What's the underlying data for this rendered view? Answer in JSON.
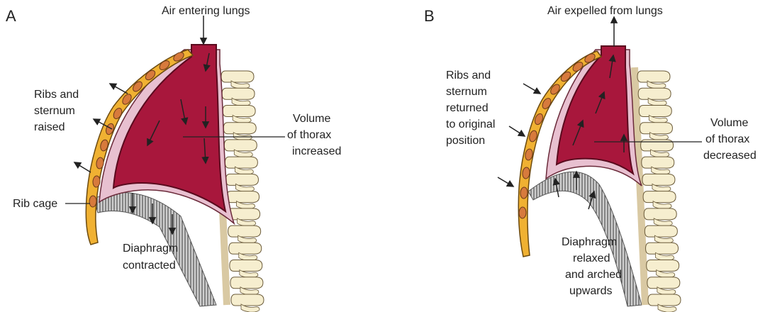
{
  "panel_a": {
    "letter": "A",
    "labels": {
      "air": "Air entering lungs",
      "ribs": [
        "Ribs and",
        "sternum",
        "raised"
      ],
      "volume": [
        "Volume",
        "of thorax",
        "increased"
      ],
      "rib_cage": "Rib cage",
      "diaphragm": [
        "Diaphragm",
        "contracted"
      ]
    }
  },
  "panel_b": {
    "letter": "B",
    "labels": {
      "air": "Air expelled from lungs",
      "ribs": [
        "Ribs and",
        "sternum",
        "returned",
        "to original",
        "position"
      ],
      "volume": [
        "Volume",
        "of thorax",
        "decreased"
      ],
      "diaphragm": [
        "Diaphragm",
        "relaxed",
        "and arched",
        "upwards"
      ]
    }
  },
  "colors": {
    "lung": "#a8173c",
    "lung_edge": "#5a0a1e",
    "pleura": "#e8c0d0",
    "sternum": "#f0b132",
    "rib_hole": "#d77a3c",
    "vertebra": "#f6eecf",
    "diaphragm": "#555555"
  }
}
